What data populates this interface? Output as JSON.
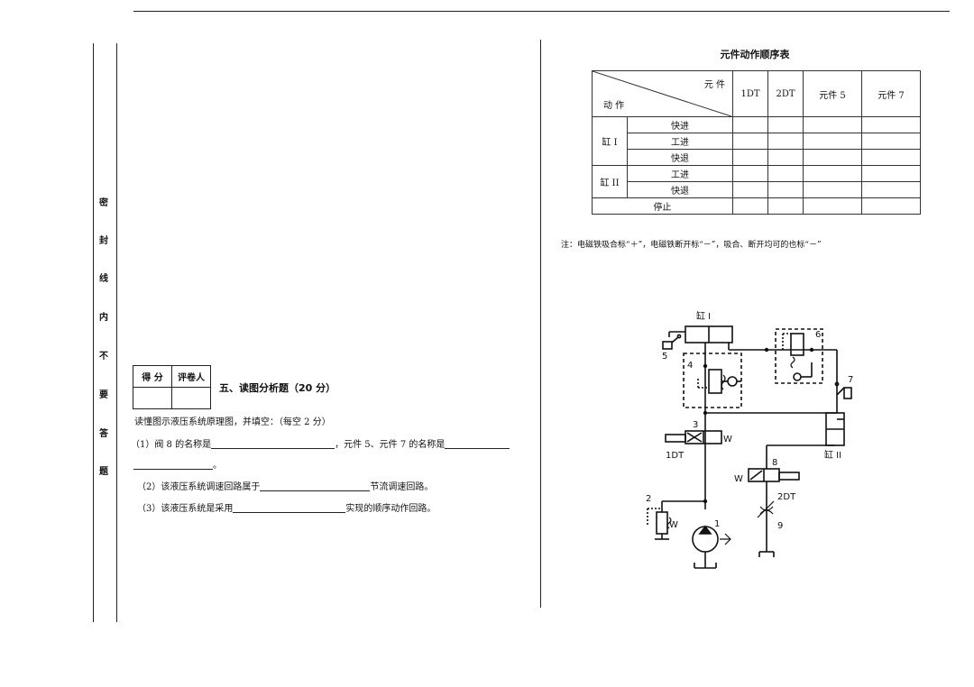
{
  "seal_line": [
    "密",
    "封",
    "线",
    "内",
    "不",
    "要",
    "答",
    "题"
  ],
  "score_box": {
    "score_label": "得 分",
    "grader_label": "评卷人"
  },
  "section": {
    "title": "五、读图分析题（20 分）"
  },
  "instructions": "读懂图示液压系统原理图，并填空：（每空 2 分）",
  "questions": {
    "q1_prefix": "（1）阀 8 的名称是",
    "q1_middle": "，元件 5、元件 7 的名称是",
    "q1_end": "。",
    "q2_prefix": "（2）该液压系统调速回路属于",
    "q2_suffix": "节流调速回路。",
    "q3_prefix": "（3）该液压系统是采用",
    "q3_suffix": "实现的顺序动作回路。"
  },
  "sequence_table": {
    "title": "元件动作顺序表",
    "corner_top": "元 件",
    "corner_bottom": "动 作",
    "columns": [
      "1DT",
      "2DT",
      "元件 5",
      "元件 7"
    ],
    "groups": [
      {
        "name": "缸 I",
        "actions": [
          "快进",
          "工进",
          "快退"
        ]
      },
      {
        "name": "缸 II",
        "actions": [
          "工进",
          "快退"
        ]
      }
    ],
    "stop_label": "停止"
  },
  "note": "注：电磁铁吸合标“＋”，电磁铁断开标“－”，吸合、断开均可的也标“－”",
  "diagram": {
    "cyl1_label": "缸 I",
    "cyl2_label": "缸 II",
    "labels": {
      "n1": "1",
      "n2": "2",
      "n3": "3",
      "n4": "4",
      "n5": "5",
      "n6": "6",
      "n7": "7",
      "n8": "8",
      "n9": "9"
    },
    "sol_1dt": "1DT",
    "sol_2dt": "2DT",
    "spring_mark": "W"
  }
}
